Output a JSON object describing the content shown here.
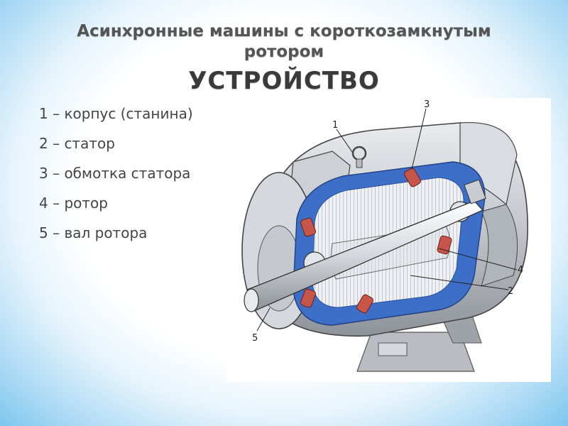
{
  "slide": {
    "title_line1": "Асинхронные машины с короткозамкнутым",
    "title_line2": "ротором",
    "subtitle": "УСТРОЙСТВО"
  },
  "legend": [
    {
      "text": "1 – корпус (станина)"
    },
    {
      "text": "2 – статор"
    },
    {
      "text": "3 – обмотка статора"
    },
    {
      "text": "4 – ротор"
    },
    {
      "text": "5 – вал ротора"
    }
  ],
  "figure": {
    "callouts": [
      "1",
      "2",
      "3",
      "4",
      "5"
    ],
    "colors": {
      "frame": "#bfc3c8",
      "stator_blue": "#3d6fc9",
      "winding": "#c8554a",
      "steel": "#e6e9ee"
    }
  }
}
